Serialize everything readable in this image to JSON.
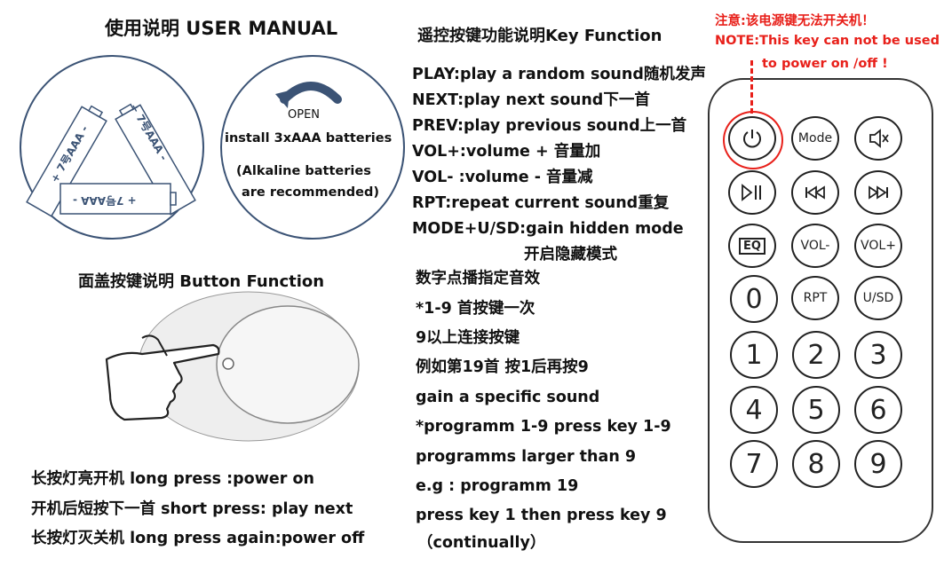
{
  "manual": {
    "title": "使用说明 USER MANUAL",
    "battery": {
      "open_label": "OPEN",
      "install_text": "install 3xAAA batteries",
      "alkaline_line1": "(Alkaline batteries",
      "alkaline_line2": "are recommended)",
      "battery_label": "+ 7号AAA  -"
    },
    "button_function": {
      "title": "面盖按键说明 Button Function",
      "lines": [
        "长按灯亮开机  long press :power on",
        "开机后短按下一首 short press:  play next",
        "长按灯灭关机 long press again:power off"
      ]
    },
    "key_function": {
      "title": "遥控按键功能说明Key Function",
      "lines": [
        "PLAY:play a random sound随机发声",
        "NEXT:play next sound下一首",
        "PREV:play previous sound上一首",
        "VOL+:volume  + 音量加",
        "VOL- :volume  -  音量减",
        "RPT:repeat current sound重复",
        "MODE+U/SD:gain hidden mode",
        "开启隐藏模式",
        "数字点播指定音效",
        "*1-9 首按键一次",
        "9以上连接按键",
        "例如第19首 按1后再按9",
        "gain a specific  sound",
        "*programm 1-9  press  key 1-9",
        "programms  larger than 9",
        "e.g : programm  19",
        "press key 1 then press  key 9",
        "（continually）"
      ]
    },
    "notice": {
      "cn": "注意:该电源键无法开关机！",
      "en_line1": "NOTE:This key can not be used",
      "en_line2": "to power on /off !",
      "color": "#e8201a"
    },
    "remote": {
      "buttons": {
        "mode": "Mode",
        "vol_minus": "VOL-",
        "vol_plus": "VOL+",
        "zero": "0",
        "rpt": "RPT",
        "usd": "U/SD",
        "eq": "EQ",
        "n1": "1",
        "n2": "2",
        "n3": "3",
        "n4": "4",
        "n5": "5",
        "n6": "6",
        "n7": "7",
        "n8": "8",
        "n9": "9"
      }
    }
  }
}
